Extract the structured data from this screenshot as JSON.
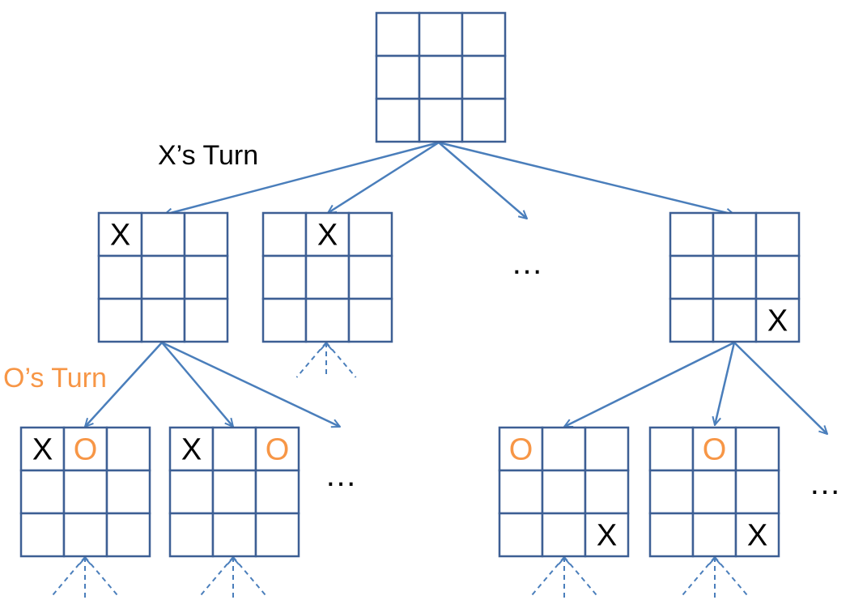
{
  "labels": {
    "x_turn": "X’s Turn",
    "o_turn": "O’s Turn",
    "ellipsis": "…"
  },
  "colors": {
    "grid": "#3D5F94",
    "arrow": "#4A7EBB",
    "x_mark": "#000000",
    "o_mark": "#F79646",
    "o_label": "#F79646",
    "text": "#000000"
  },
  "boards": [
    {
      "id": "root",
      "cells": [
        "",
        "",
        "",
        "",
        "",
        "",
        "",
        "",
        ""
      ]
    },
    {
      "id": "x-top-left",
      "cells": [
        "X",
        "",
        "",
        "",
        "",
        "",
        "",
        "",
        ""
      ]
    },
    {
      "id": "x-top-center",
      "cells": [
        "",
        "X",
        "",
        "",
        "",
        "",
        "",
        "",
        ""
      ]
    },
    {
      "id": "x-bottom-right",
      "cells": [
        "",
        "",
        "",
        "",
        "",
        "",
        "",
        "",
        "X"
      ]
    },
    {
      "id": "xo-1",
      "cells": [
        "X",
        "O",
        "",
        "",
        "",
        "",
        "",
        "",
        ""
      ]
    },
    {
      "id": "xo-2",
      "cells": [
        "X",
        "",
        "O",
        "",
        "",
        "",
        "",
        "",
        ""
      ]
    },
    {
      "id": "ox-1",
      "cells": [
        "O",
        "",
        "",
        "",
        "",
        "",
        "",
        "",
        "X"
      ]
    },
    {
      "id": "ox-2",
      "cells": [
        "",
        "O",
        "",
        "",
        "",
        "",
        "",
        "",
        "X"
      ]
    }
  ]
}
